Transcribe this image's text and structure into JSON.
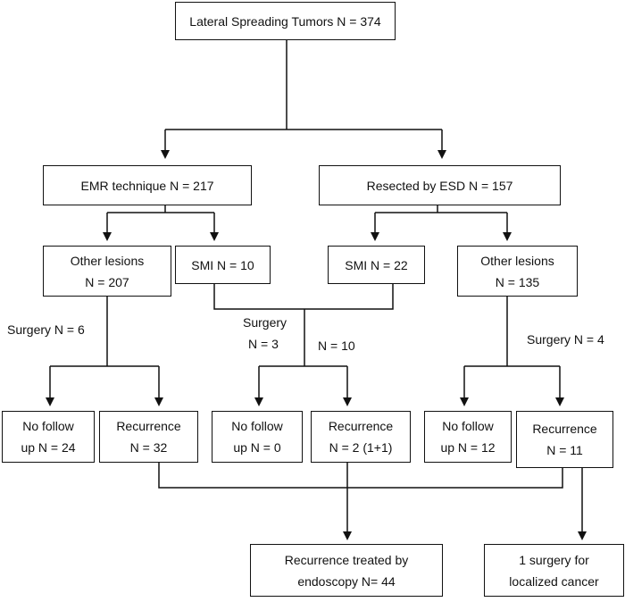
{
  "boxes": {
    "root": {
      "text": "Lateral Spreading Tumors N = 374"
    },
    "emr": {
      "text": "EMR technique N = 217"
    },
    "esd": {
      "text": "Resected by ESD N = 157"
    },
    "emr_other": {
      "line1": "Other lesions",
      "line2": "N = 207"
    },
    "emr_smi": {
      "text": "SMI N = 10"
    },
    "esd_smi": {
      "text": "SMI N = 22"
    },
    "esd_other": {
      "line1": "Other lesions",
      "line2": "N = 135"
    },
    "emr_nofollow": {
      "line1": "No follow",
      "line2": "up N = 24"
    },
    "emr_recur": {
      "line1": "Recurrence",
      "line2": "N = 32"
    },
    "smi_nofollow": {
      "line1": "No follow",
      "line2": "up N = 0"
    },
    "smi_recur": {
      "line1": "Recurrence",
      "line2": "N = 2 (1+1)"
    },
    "esd_nofollow": {
      "line1": "No follow",
      "line2": "up N = 12"
    },
    "esd_recur": {
      "line1": "Recurrence",
      "line2": "N = 11"
    },
    "endo": {
      "line1": "Recurrence treated by",
      "line2": "endoscopy N=  44"
    },
    "surgery": {
      "line1": "1 surgery for",
      "line2": "localized cancer"
    }
  },
  "labels": {
    "surgery_emr": "Surgery N = 6",
    "surgery_smi_1": "Surgery",
    "surgery_smi_2": "N = 3",
    "n10": "N = 10",
    "surgery_esd": "Surgery N = 4"
  }
}
